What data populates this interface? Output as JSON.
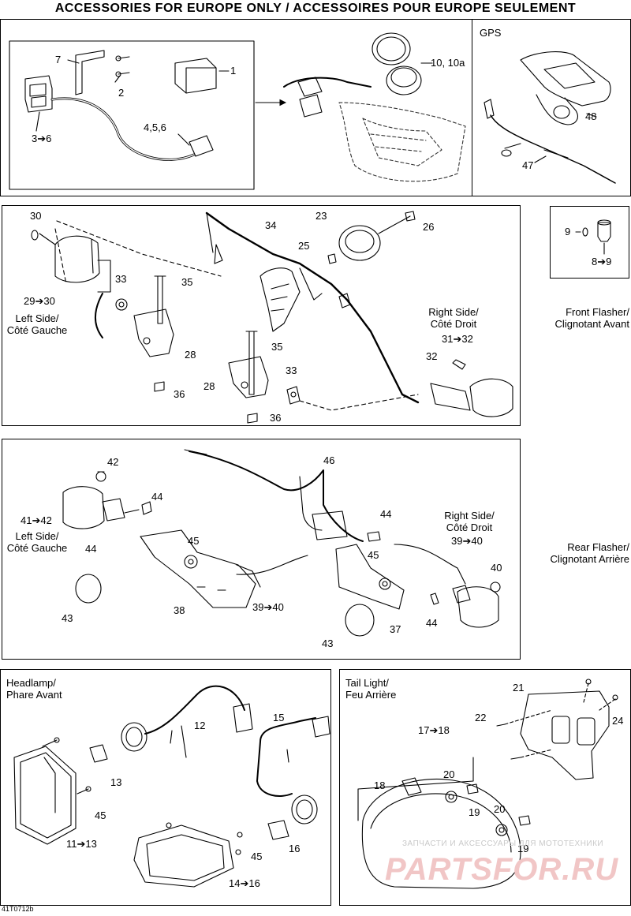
{
  "page_title": "ACCESSORIES FOR EUROPE ONLY / ACCESSOIRES POUR EUROPE SEULEMENT",
  "gps": {
    "title": "GPS",
    "labels": [
      "48",
      "47"
    ]
  },
  "top": {
    "labels": [
      "7",
      "1",
      "2",
      "3➔6",
      "4,5,6",
      "10, 10a"
    ]
  },
  "small": {
    "labels": [
      "9",
      "8➔9"
    ]
  },
  "front": {
    "left_side": "Left Side/\nCôté Gauche",
    "right_side": "Right Side/\nCôté Droit",
    "right_range": "31➔32",
    "caption": "Front Flasher/\nClignotant Avant",
    "labels": [
      "30",
      "34",
      "23",
      "26",
      "25",
      "33",
      "35",
      "29➔30",
      "28",
      "36",
      "35",
      "33",
      "32",
      "28",
      "36"
    ]
  },
  "rear": {
    "left_side": "Left Side/\nCôté Gauche",
    "right_side": "Right Side/\nCôté Droit",
    "caption": "Rear Flasher/\nClignotant Arrière",
    "labels": [
      "42",
      "46",
      "44",
      "44",
      "41➔42",
      "44",
      "45",
      "45",
      "39➔40",
      "40",
      "38",
      "39➔40",
      "43",
      "37",
      "44",
      "43"
    ]
  },
  "headlamp": {
    "title": "Headlamp/\nPhare Avant",
    "labels": [
      "12",
      "15",
      "13",
      "45",
      "11➔13",
      "16",
      "45",
      "14➔16"
    ]
  },
  "taillight": {
    "title": "Tail Light/\nFeu Arrière",
    "labels": [
      "21",
      "22",
      "24",
      "17➔18",
      "18",
      "20",
      "19",
      "20",
      "19"
    ]
  },
  "footer_code": "41T0712b",
  "watermark": {
    "small": "ЗАПЧАСТИ И АКСЕССУАРЫ ДЛЯ МОТОТЕХНИКИ",
    "big": "PARTSFOR.RU"
  }
}
